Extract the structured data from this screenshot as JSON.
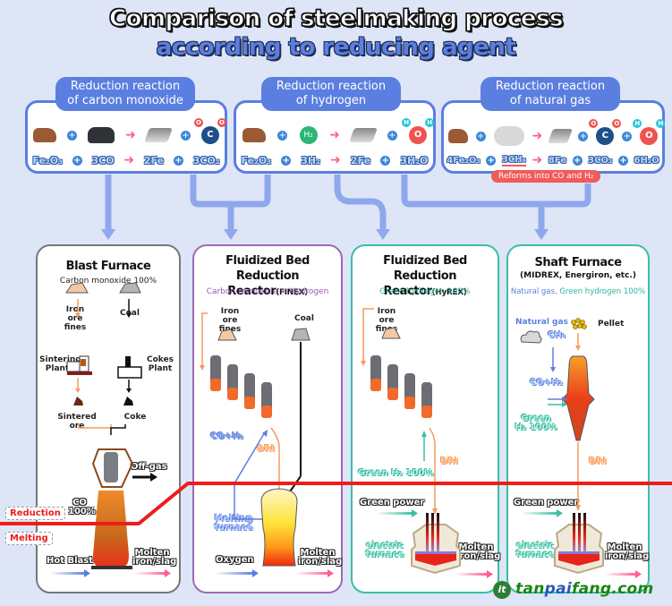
{
  "title": {
    "line1": "Comparison of steelmaking process",
    "line2": "according to reducing agent"
  },
  "reactions": [
    {
      "label_line1": "Reduction reaction",
      "label_line2": "of carbon monoxide",
      "equation": [
        "Fe₂O₃",
        "+",
        "3CO",
        "→",
        "2Fe",
        "+",
        "3CO₂"
      ]
    },
    {
      "label_line1": "Reduction reaction",
      "label_line2": "of hydrogen",
      "equation": [
        "Fe₂O₃",
        "+",
        "3H₂",
        "→",
        "2Fe",
        "+",
        "3H₂O"
      ]
    },
    {
      "label_line1": "Reduction reaction",
      "label_line2": "of natural gas",
      "equation": [
        "4Fe₂O₃",
        "+",
        "3CH₄",
        "→",
        "8Fe",
        "+",
        "3CO₂",
        "+",
        "6H₂O"
      ],
      "note": "Reforms into CO and H₂"
    }
  ],
  "molecules": {
    "carbon": "C",
    "oxygen": "O",
    "hydrogen": "H",
    "h2": "H₂"
  },
  "panels": {
    "blast": {
      "title": "Blast Furnace",
      "subtitle": "Carbon monoxide 100%",
      "iron_ore": "Iron ore fines",
      "coal": "Coal",
      "sintering": "Sintering Plant",
      "cokes": "Cokes Plant",
      "sintered_ore": "Sintered ore",
      "coke": "Coke",
      "offgas": "Off-gas",
      "co": "CO 100%",
      "hot_blast": "Hot Blast",
      "molten": "Molten iron/slag",
      "color": "#777777"
    },
    "finex": {
      "title_line1": "Fluidized Bed",
      "title_line2": "Reduction Reactor",
      "title_tag": "(FINEX)",
      "subtitle": "Carbon monoxide + Hydrogen",
      "iron_ore": "Iron ore fines",
      "coal": "Coal",
      "co_h2": "CO+H₂",
      "dri": "DRI",
      "melting": "Melting furnace",
      "oxygen": "Oxygen",
      "molten": "Molten iron/slag",
      "color": "#9b6bb5"
    },
    "hyrex": {
      "title_line1": "Fluidized Bed",
      "title_line2": "Reduction Reactor",
      "title_tag": "(HyREX)",
      "subtitle": "Green hydrogen 100%",
      "iron_ore": "Iron ore fines",
      "green_h2": "Green H₂ 100%",
      "dri": "DRI",
      "green_power": "Green power",
      "electric": "electric furnace",
      "molten": "Molten iron/slag",
      "color": "#3bbfa3"
    },
    "shaft": {
      "title": "Shaft Furnace",
      "title_sub": "(MIDREX, Energiron, etc.)",
      "subtitle_a": "Natural gas,",
      "subtitle_b": "Green hydrogen 100%",
      "natural_gas": "Natural gas",
      "ch4": "CH₄",
      "pellet": "Pellet",
      "co_h2": "CO+H₂",
      "green_h2": "Green H₂ 100%",
      "dri": "DRI",
      "green_power": "Green power",
      "electric": "electric furnace",
      "molten": "Molten iron/slag",
      "color": "#3bbfa3"
    }
  },
  "stages": {
    "reduction": "Reduction",
    "melting": "Melting"
  },
  "colors": {
    "accent_blue": "#5b7fe0",
    "connector_blue": "#8ea8ec",
    "stage_line_red": "#ee1c1c",
    "dri_orange": "#f79a5b",
    "green": "#3bbfa3"
  },
  "watermark": {
    "part1": "tan",
    "part2": "pai",
    "part3": "fang.com",
    "logo": "it"
  }
}
